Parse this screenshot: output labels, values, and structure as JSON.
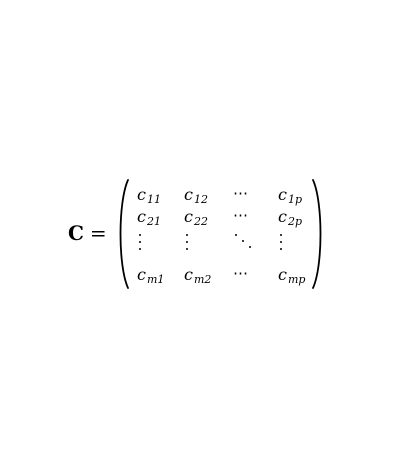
{
  "matrix": {
    "symbol": "C",
    "equals": "=",
    "rows": [
      [
        {
          "base": "c",
          "sub": "11"
        },
        {
          "base": "c",
          "sub": "12"
        },
        {
          "dots": "⋯"
        },
        {
          "base": "c",
          "sub": "1p"
        }
      ],
      [
        {
          "base": "c",
          "sub": "21"
        },
        {
          "base": "c",
          "sub": "22"
        },
        {
          "dots": "⋯"
        },
        {
          "base": "c",
          "sub": "2p"
        }
      ],
      [
        {
          "vdots": true
        },
        {
          "vdots": true
        },
        {
          "ddots": true
        },
        {
          "vdots": true
        }
      ],
      [
        {
          "base": "c",
          "sub": "m1"
        },
        {
          "base": "c",
          "sub": "m2"
        },
        {
          "dots": "⋯"
        },
        {
          "base": "c",
          "sub": "mp"
        }
      ]
    ]
  }
}
